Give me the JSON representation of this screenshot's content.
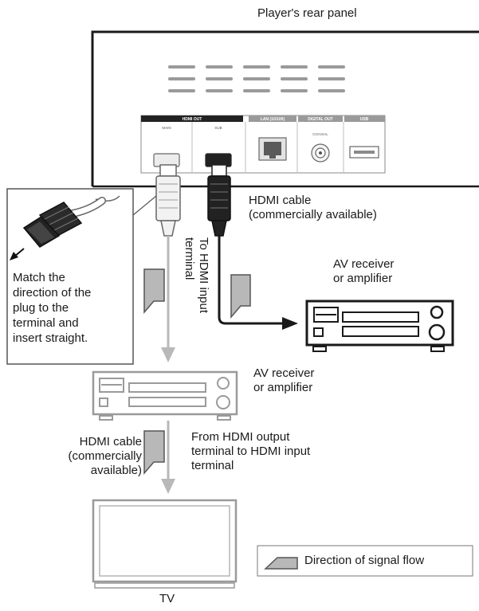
{
  "labels": {
    "rear_panel": "Player's rear panel",
    "hdmi_cable_top": [
      "HDMI cable",
      "(commercially available)"
    ],
    "to_hdmi_input": [
      "To HDMI input",
      "terminal"
    ],
    "av_receiver_right": [
      "AV receiver",
      "or amplifier"
    ],
    "plug_note": [
      "Match the",
      "direction of the",
      "plug to the",
      "terminal and",
      "insert straight."
    ],
    "av_receiver_middle": [
      "AV receiver",
      "or amplifier"
    ],
    "hdmi_cable_bottom": [
      "HDMI cable",
      "(commercially",
      "available)"
    ],
    "from_hdmi_output": [
      "From HDMI output",
      "terminal to HDMI input",
      "terminal"
    ],
    "legend": "Direction of signal flow",
    "tv": "TV"
  },
  "panel_terminals": {
    "hdmi_out": "HDMI OUT",
    "main": "MAIN",
    "sub": "SUB",
    "lan": "LAN (10/100)",
    "digital_out": "DIGITAL OUT",
    "coaxial": "COAXIAL",
    "usb": "USB"
  },
  "colors": {
    "line": "#1a1a1a",
    "signal_arrow": "#b8b8b8",
    "arrow_stroke": "#555555",
    "panel_dark": "#222222",
    "device_fill": "#ffffff"
  }
}
